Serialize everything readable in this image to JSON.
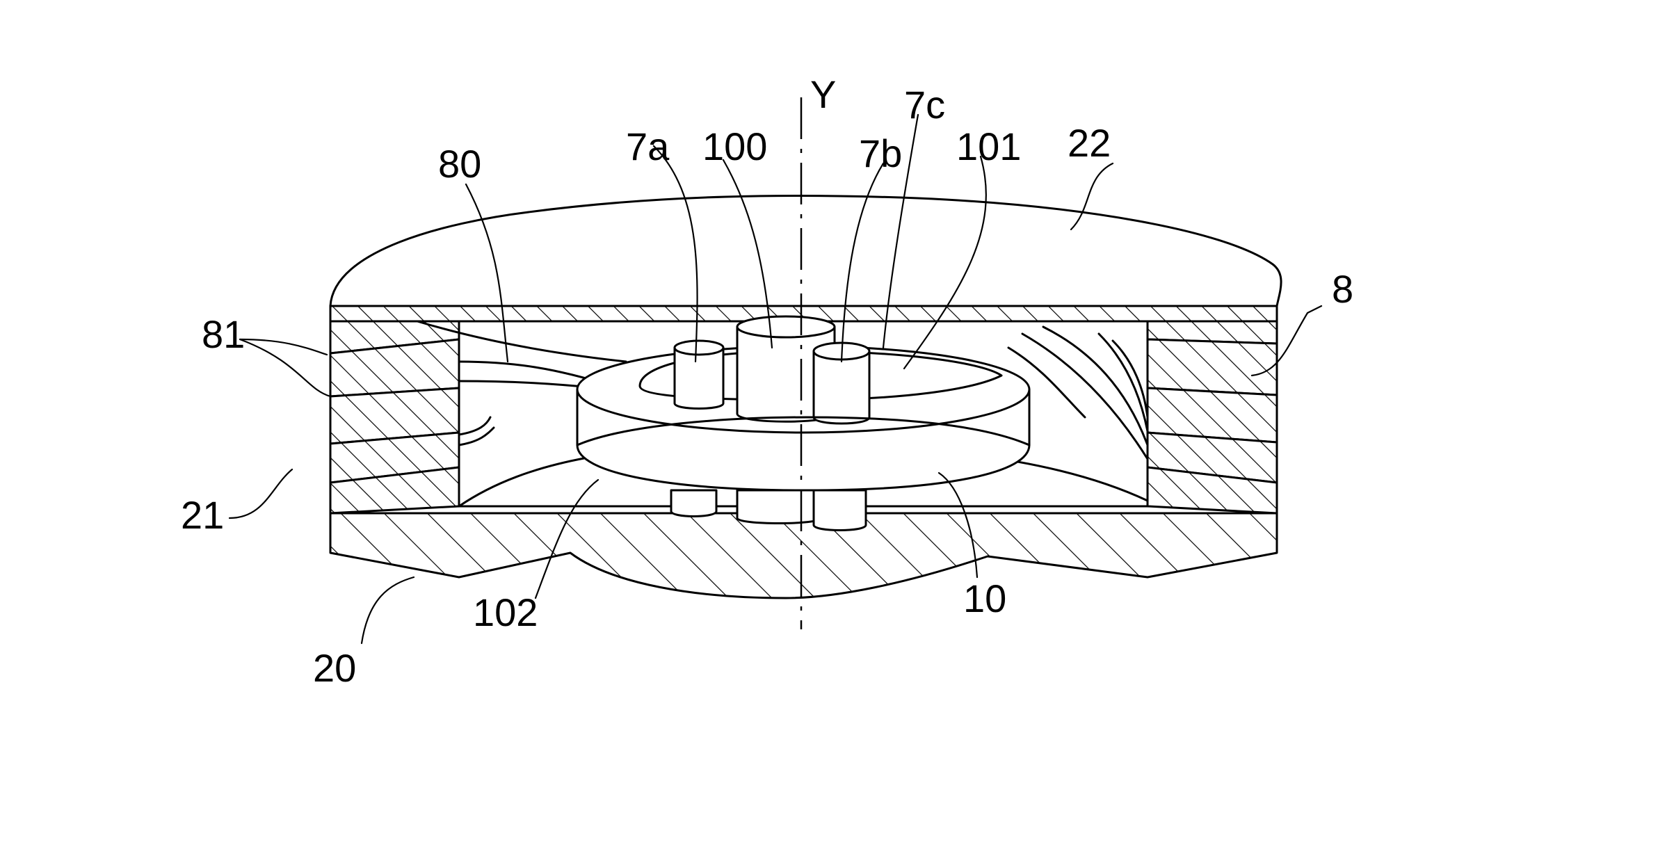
{
  "figure": {
    "axis_label": "Y",
    "reference_numerals": {
      "cover": "22",
      "ring_blade": "8",
      "blade_root": "80",
      "blade_edges": "81",
      "stack": "21",
      "base": "20",
      "hub_edge": "102",
      "rotor": "10",
      "shaft_a": "7a",
      "center_post": "100",
      "shaft_b": "7b",
      "shaft_c": "7c",
      "rotor_top": "101"
    }
  }
}
